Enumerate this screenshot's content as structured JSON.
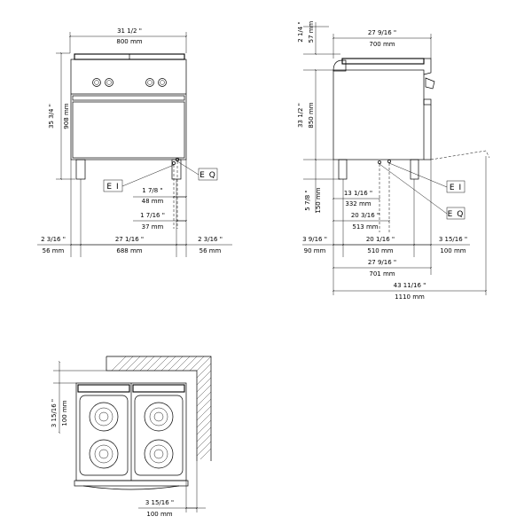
{
  "front": {
    "width_in": "31 1/2 \"",
    "width_mm": "800 mm",
    "height_in": "35 3/4 \"",
    "height_mm": "908 mm",
    "ei": "E I",
    "eq": "E Q",
    "ei_off_in": "1 7/8 \"",
    "ei_off_mm": "48 mm",
    "eq_off_in": "1 7/16 \"",
    "eq_off_mm": "37 mm",
    "left_in": "2 3/16 \"",
    "left_mm": "56 mm",
    "mid_in": "27 1/16 \"",
    "mid_mm": "688 mm",
    "right_in": "2 3/16 \"",
    "right_mm": "56 mm"
  },
  "side": {
    "top_in": "2 1/4 \"",
    "top_mm": "57 mm",
    "depth_in": "27 9/16 \"",
    "depth_mm": "700 mm",
    "height_in": "33 1/2 \"",
    "height_mm": "850 mm",
    "leg_in": "5 7/8 \"",
    "leg_mm": "150 mm",
    "ei": "E I",
    "eq": "E Q",
    "d1_in": "13 1/16 \"",
    "d1_mm": "332 mm",
    "d2_in": "20 3/16 \"",
    "d2_mm": "513 mm",
    "left_in": "3 9/16 \"",
    "left_mm": "90 mm",
    "mid_in": "20 1/16 \"",
    "mid_mm": "510 mm",
    "right_in": "3 15/16 \"",
    "right_mm": "100 mm",
    "total_in": "27 9/16 \"",
    "total_mm": "701 mm",
    "overall_in": "43 11/16 \"",
    "overall_mm": "1110 mm"
  },
  "plan": {
    "side_in": "3 15/16 \"",
    "side_mm": "100 mm",
    "bottom_in": "3 15/16 \"",
    "bottom_mm": "100 mm"
  }
}
